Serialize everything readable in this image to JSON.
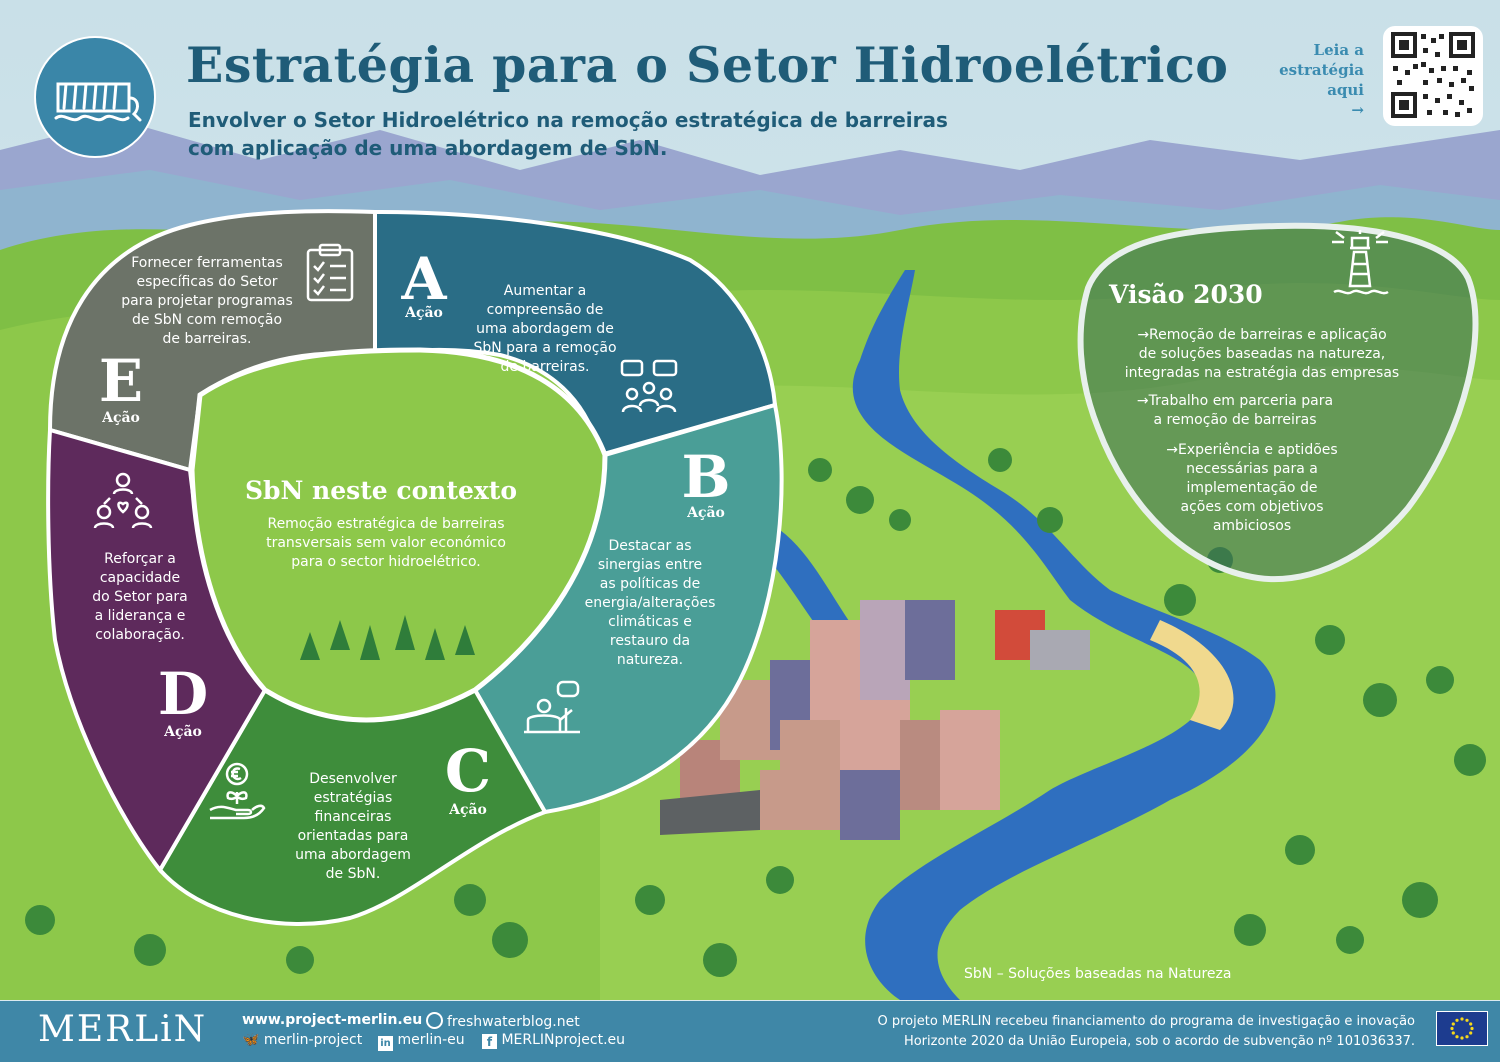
{
  "header": {
    "title": "Estratégia para o Setor Hidroelétrico",
    "subtitle_line1": "Envolver o Setor Hidroelétrico na remoção estratégica de barreiras",
    "subtitle_line2": "com aplicação de uma abordagem de SbN.",
    "read_line1": "Leia a",
    "read_line2": "estratégia",
    "read_line3": "aqui",
    "read_arrow": "→"
  },
  "actions": {
    "A": {
      "letter": "A",
      "label": "Ação",
      "lines": [
        "Aumentar a",
        "compreensão de",
        "uma abordagem de",
        "SbN para a remoção",
        "de barreiras."
      ],
      "icon": "discussion-group-icon",
      "color": "#2a6d86"
    },
    "B": {
      "letter": "B",
      "label": "Ação",
      "lines": [
        "Destacar as",
        "sinergias entre",
        "as políticas de",
        "energia/alterações",
        "climáticas e",
        "restauro da",
        "natureza."
      ],
      "icon": "presentation-icon",
      "color": "#4a9e97"
    },
    "C": {
      "letter": "C",
      "label": "Ação",
      "lines": [
        "Desenvolver",
        "estratégias",
        "financeiras",
        "orientadas para",
        "uma abordagem",
        "de SbN."
      ],
      "icon": "hand-euro-plant-icon",
      "color": "#3e8d3b"
    },
    "D": {
      "letter": "D",
      "label": "Ação",
      "lines": [
        "Reforçar a",
        "capacidade",
        "do Setor para",
        "a liderança e",
        "colaboração."
      ],
      "icon": "team-heart-icon",
      "color": "#5e2a5c"
    },
    "E": {
      "letter": "E",
      "label": "Ação",
      "lines": [
        "Fornecer ferramentas",
        "específicas do Setor",
        "para projetar programas",
        "de SbN com remoção",
        "de barreiras."
      ],
      "icon": "clipboard-checklist-icon",
      "color": "#6c7368"
    }
  },
  "context": {
    "title": "SbN neste contexto",
    "lines": [
      "Remoção estratégica de barreiras",
      "transversais sem valor económico",
      "para o sector hidroelétrico."
    ]
  },
  "vision": {
    "title": "Visão 2030",
    "item1": [
      "→Remoção de barreiras e aplicação",
      "de soluções baseadas na natureza,",
      "integradas na estratégia das empresas"
    ],
    "item2": [
      "→Trabalho em parceria para",
      "a remoção de barreiras"
    ],
    "item3": [
      "→Experiência e aptidões",
      "necessárias para a",
      "implementação de",
      "ações com objetivos",
      "ambiciosos"
    ],
    "icon": "lighthouse-icon"
  },
  "note": "SbN – Soluções baseadas na Natureza",
  "footer": {
    "brand": "MERLiN",
    "website": "www.project-merlin.eu",
    "blog": "freshwaterblog.net",
    "bluesky": "merlin-project",
    "linkedin": "merlin-eu",
    "facebook": "MERLINproject.eu",
    "funding_line1": "O projeto MERLIN recebeu financiamento do programa de investigação e inovação",
    "funding_line2": "Horizonte 2020 da União Europeia, sob o acordo de subvenção nº 101036337."
  },
  "colors": {
    "title": "#1f5c78",
    "footer": "#3f87a7",
    "grass": "#8cc63f",
    "river": "#2f6fbf"
  }
}
